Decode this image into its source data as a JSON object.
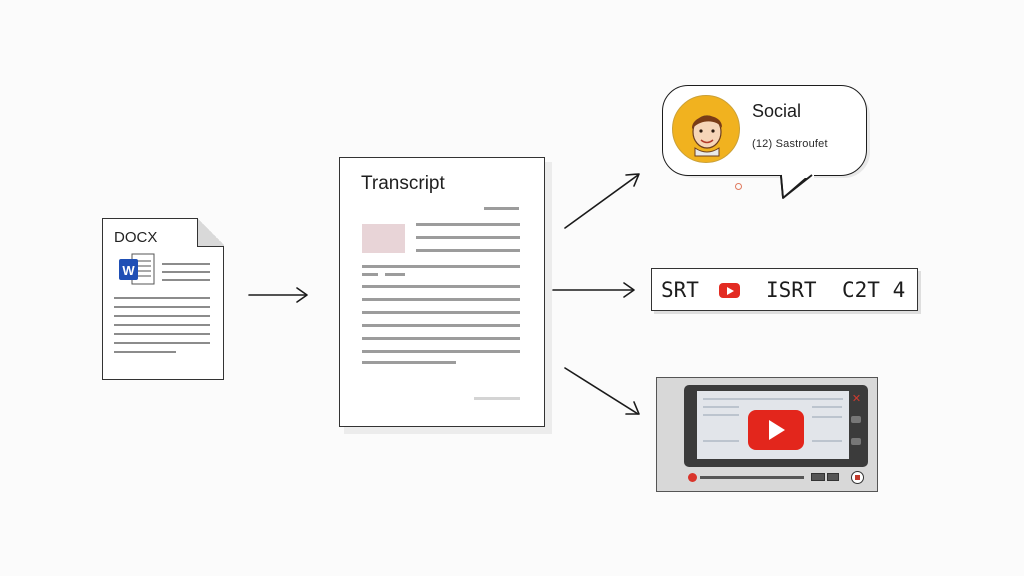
{
  "docx": {
    "label": "DOCX",
    "icon": "word-document-icon"
  },
  "transcript": {
    "title": "Transcript"
  },
  "social": {
    "title": "Social",
    "subtitle": "(12) Sastroufet",
    "icon": "avatar-icon"
  },
  "srt": {
    "label_1": "SRT",
    "label_2": "ISRT",
    "label_3": "C2T 4",
    "icon": "youtube-icon"
  },
  "video": {
    "icon": "youtube-play-icon"
  },
  "colors": {
    "accent_red": "#e3261c",
    "word_blue": "#1f4fb5",
    "avatar_yellow": "#f1b21f"
  }
}
